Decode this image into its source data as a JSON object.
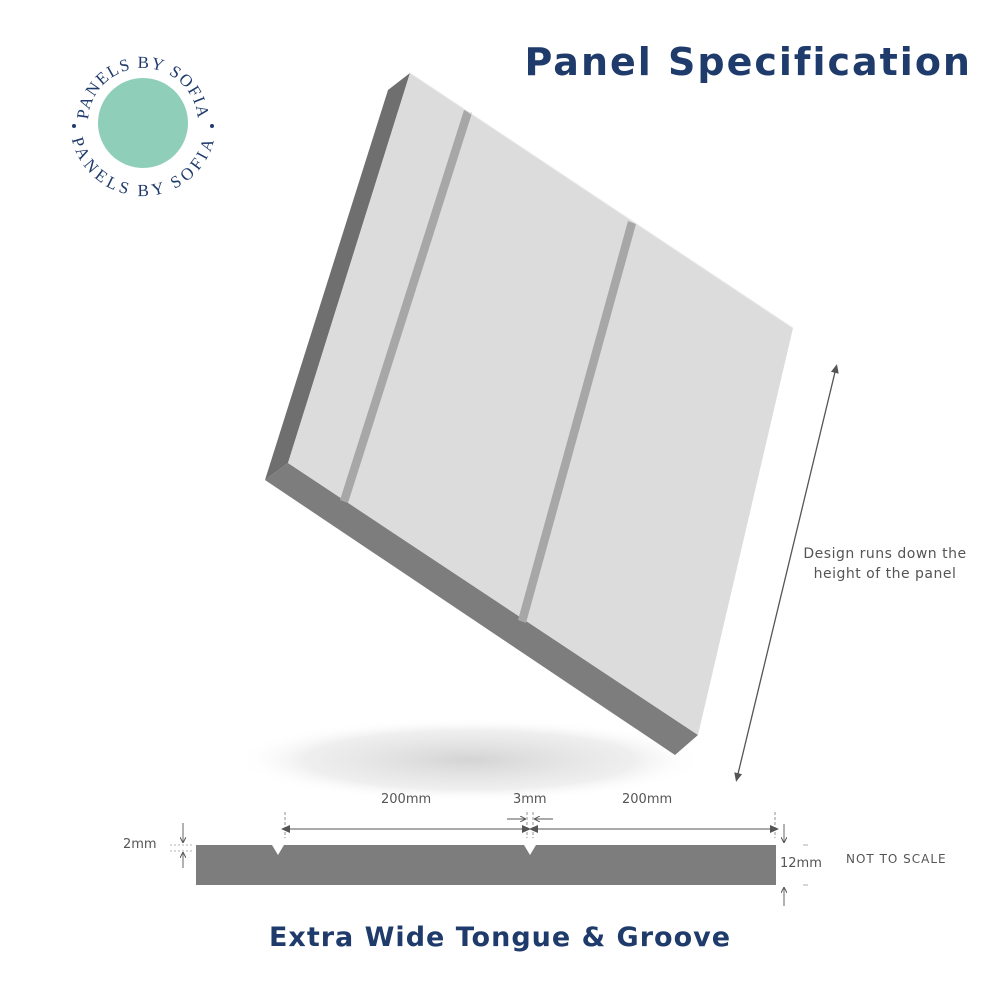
{
  "header": {
    "title": "Panel Specification"
  },
  "logo": {
    "ring_text_top": "PANELS BY SOFIA",
    "ring_text_bottom": "PANELS BY SOFIA",
    "circle_color": "#8fcfb9"
  },
  "annotation": {
    "line1": "Design runs down the",
    "line2": "height of the panel"
  },
  "cross_section": {
    "left_width": "200mm",
    "groove_width": "3mm",
    "right_width": "200mm",
    "groove_depth": "2mm",
    "thickness": "12mm",
    "scale_note": "NOT TO SCALE"
  },
  "footer": {
    "product_name": "Extra Wide Tongue & Groove"
  },
  "colors": {
    "brand_navy": "#1f3b6b",
    "panel_face": "#dcdcdc",
    "panel_edge": "#7c7c7c"
  }
}
